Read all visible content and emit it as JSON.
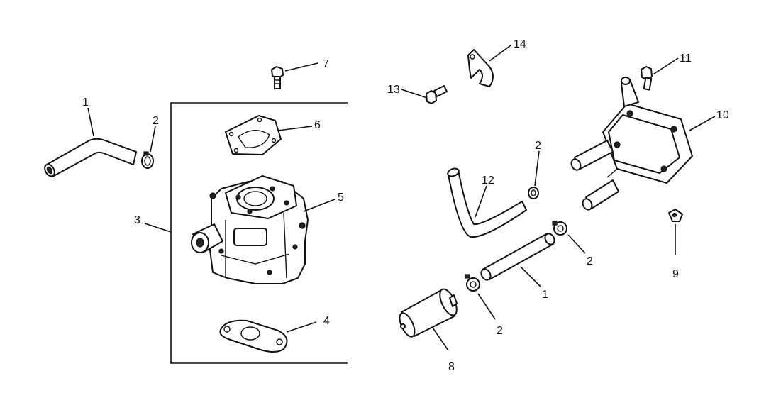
{
  "callouts": {
    "c1_hose_left": "1",
    "c2_clamp_left": "2",
    "c3_assembly": "3",
    "c4_gasket": "4",
    "c5_carburetor": "5",
    "c6_gasket_top": "6",
    "c7_screw": "7",
    "c8_filter": "8",
    "c9_fitting": "9",
    "c10_pump": "10",
    "c11_screw": "11",
    "c12_hose": "12",
    "c13_screw": "13",
    "c14_clip": "14",
    "c2_clamp_a": "2",
    "c2_clamp_b": "2",
    "c2_clamp_c": "2",
    "c1_hose_right": "1"
  }
}
